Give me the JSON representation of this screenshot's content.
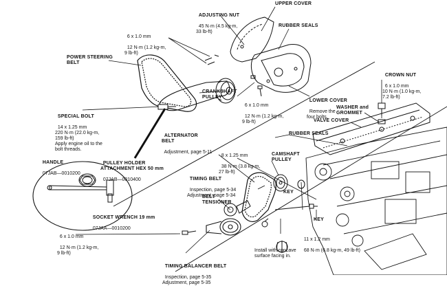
{
  "labels": {
    "adjusting_nut": {
      "title": "ADJUSTING NUT",
      "spec": "45 N·m (4.5 kg-m,\n33 lb-ft)"
    },
    "upper_cover": "UPPER COVER",
    "rubber_seals_top": "RUBBER SEALS",
    "bolt_6x1_top": {
      "size": "6 x 1.0 mm",
      "spec": "12 N·m (1.2 kg-m,\n9 lb-ft)"
    },
    "power_steering_belt": "POWER STEERING\nBELT",
    "crown_nut": {
      "title": "CROWN NUT",
      "spec": "6 x 1.0 mm\n10 N·m (1.0 kg-m,\n7.2 lb-ft)"
    },
    "bolt_6x1_mid": {
      "size": "6 x 1.0 mm",
      "spec": "12 N·m (1.2 kg-m,\n9 lb-ft)"
    },
    "lower_cover": {
      "title": "LOWER COVER",
      "note": "Remove the\nfour bolts."
    },
    "washer_grommet": "WASHER and\nGROMMET",
    "valve_cover": "VALVE COVER",
    "crankshaft_pulley": "CRANKSHAFT\nPULLEY",
    "special_bolt": {
      "title": "SPECIAL BOLT",
      "spec": "14 x 1.25 mm\n220 N·m (22.0 kg-m,\n159 lb-ft)\nApply engine oil to the\nbolt threads."
    },
    "alternator_belt": {
      "title": "ALTERNATOR\nBELT",
      "note": "Adjustment, page 5-11"
    },
    "rubber_seals_right": "RUBBER SEALS",
    "handle": {
      "title": "HANDLE",
      "part": "07JAB—0010200"
    },
    "pulley_holder": {
      "title": "PULLEY HOLDER\nATTACHMENT HEX 50 mm",
      "part": "07JAB—0010400"
    },
    "bolt_8x125": {
      "size": "8 x 1.25 mm",
      "spec": "38 N·m (3.8 kg-m,\n27 lb-ft)"
    },
    "camshaft_pulley": "CAMSHAFT\nPULLEY",
    "timing_belt": {
      "title": "TIMING BELT",
      "note": "Inspection, page 5-34\nAdjustment, page 5-34"
    },
    "key_upper": "KEY",
    "belt_tensioner": "BELT\nTENSIONER",
    "socket_wrench": {
      "title": "SOCKET WRENCH 19 mm",
      "part": "07JAA—0010200"
    },
    "key_lower": "KEY",
    "bolt_6x1_low": {
      "size": "6 x 1.0 mm",
      "spec": "12 N·m (1.2 kg-m,\n9 lb-ft)"
    },
    "bolt_11x12": {
      "size": "11 x 1.2 mm",
      "spec": "68 N·m (6.8 kg-m, 49 lb-ft)"
    },
    "install_note": "Install with concave\nsurface facing in.",
    "timing_balancer_belt": {
      "title": "TIMING BALANCER BELT",
      "note": "Inspection, page 5-35\nAdjustment, page 5-35"
    }
  }
}
